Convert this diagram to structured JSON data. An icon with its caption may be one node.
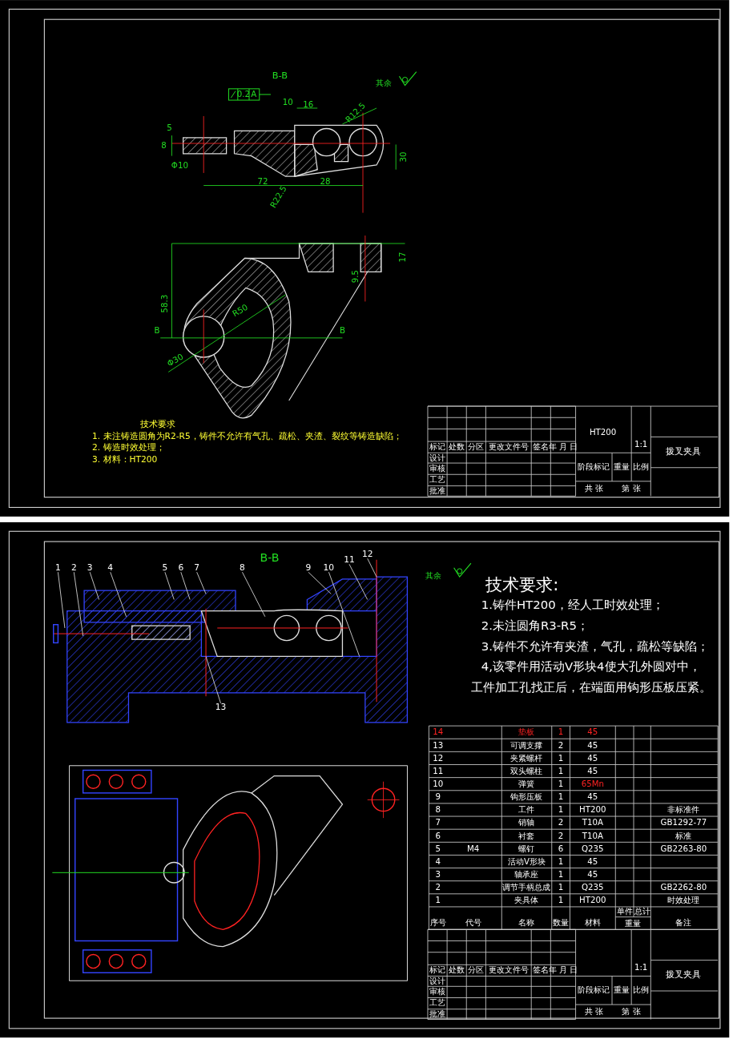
{
  "diagram": {
    "nodes": [
      {
        "text": [
          "1"
        ]
      },
      {
        "text": [
          "2"
        ]
      },
      {
        "text": [
          "3"
        ]
      },
      {
        "text": [
          "4"
        ]
      },
      {
        "text": [
          "5"
        ]
      },
      {
        "text": [
          "6"
        ]
      },
      {
        "text": [
          "7"
        ]
      },
      {
        "text": [
          "8"
        ]
      },
      {
        "text": [
          "9"
        ]
      },
      {
        "text": [
          "10"
        ]
      },
      {
        "text": [
          "11"
        ]
      },
      {
        "text": [
          "12"
        ]
      },
      {
        "text": [
          "13"
        ]
      }
    ],
    "edges": [
      {
        "from": 0,
        "to": null,
        "arrow": "none"
      },
      {
        "from": 1,
        "to": null,
        "arrow": "none"
      },
      {
        "from": 2,
        "to": null,
        "arrow": "none"
      },
      {
        "from": 3,
        "to": null,
        "arrow": "none"
      },
      {
        "from": 4,
        "to": null,
        "arrow": "none"
      },
      {
        "from": 5,
        "to": null,
        "arrow": "none"
      },
      {
        "from": 6,
        "to": null,
        "arrow": "none"
      },
      {
        "from": 7,
        "to": null,
        "arrow": "none"
      },
      {
        "from": 8,
        "to": null,
        "arrow": "none"
      },
      {
        "from": 9,
        "to": null,
        "arrow": "none"
      },
      {
        "from": 10,
        "to": null,
        "arrow": "none"
      },
      {
        "from": 11,
        "to": null,
        "arrow": "none"
      },
      {
        "from": 12,
        "to": null,
        "arrow": "none"
      }
    ],
    "labels": [
      "B-B",
      "0.2",
      "A",
      "其余",
      "10",
      "16",
      "R12.5",
      "8",
      "5",
      "Φ10",
      "72",
      "28",
      "30",
      "R22.5",
      "58.3",
      "17",
      "9.5",
      "R50",
      "Φ30",
      "B",
      "B",
      "技术要求",
      "1. 未注铸造圆角为R2-R5，铸件不允许有气孔、疏松、夹渣、裂纹等铸造缺陷；",
      "2. 铸造时效处理；",
      "3. 材料：HT200",
      "HT200",
      "标记",
      "处数",
      "分区",
      "更改文件号",
      "签名",
      "年 月 日",
      "设计",
      "审核",
      "工艺",
      "批准",
      "阶段标记",
      "重量",
      "比例",
      "1:1",
      "共 张",
      "第 张",
      "拨叉夹具",
      "B-B",
      "其余",
      "技术要求:",
      "1.铸件HT200，经人工时效处理；",
      "2.未注圆角R3-R5；",
      "3.铸件不允许有夹渣，气孔，疏松等缺陷；",
      "4,该零件用活动V形块4使大孔外圆对中，",
      "工件加工孔找正后，在端面用钩形压板压紧。",
      "14",
      "垫板",
      "1",
      "45",
      "13",
      "可调支撑",
      "2",
      "45",
      "12",
      "夹紧螺杆",
      "1",
      "45",
      "11",
      "双头螺柱",
      "1",
      "45",
      "10",
      "弹簧",
      "1",
      "65Mn",
      "9",
      "钩形压板",
      "1",
      "45",
      "8",
      "工件",
      "1",
      "HT200",
      "非标准件",
      "7",
      "销轴",
      "2",
      "T10A",
      "GB1292-77",
      "6",
      "衬套",
      "2",
      "T10A",
      "标准",
      "5",
      "M4",
      "螺钉",
      "6",
      "Q235",
      "GB2263-80",
      "4",
      "活动V形块",
      "1",
      "45",
      "3",
      "轴承座",
      "1",
      "45",
      "2",
      "调节手柄总成",
      "1",
      "Q235",
      "GB2262-80",
      "1",
      "夹具体",
      "1",
      "HT200",
      "时效处理",
      "序号",
      "代号",
      "名称",
      "数量",
      "材料",
      "单件",
      "总计",
      "重量",
      "备注",
      "标记",
      "处数",
      "分区",
      "更改文件号",
      "签名",
      "年 月 日",
      "设计",
      "审核",
      "工艺",
      "批准",
      "阶段标记",
      "重量",
      "比例",
      "1:1",
      "共 张",
      "第 张",
      "拨叉夹具"
    ]
  }
}
